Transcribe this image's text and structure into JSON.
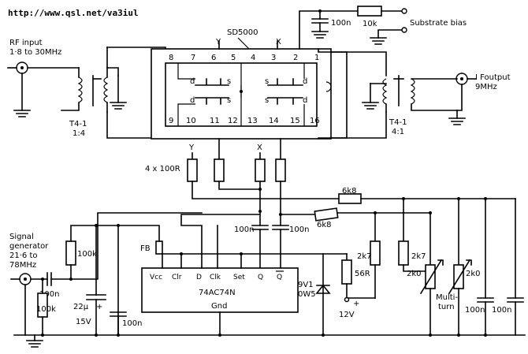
{
  "url": "http://www.qsl.net/va3iul",
  "labels": {
    "rf_input": "RF input",
    "rf_range": "1·8 to 30MHz",
    "t_left": "T4-1",
    "t_left_ratio": "1:4",
    "t_right": "T4-1",
    "t_right_ratio": "4:1",
    "if_output": "I Foutput",
    "if_freq": "9MHz",
    "sd5000": "SD5000",
    "substrate_bias": "Substrate bias",
    "c_bias": "100n",
    "r_bias": "10k",
    "res_array": "4 x 100R",
    "node_y1": "Y",
    "node_x1": "X",
    "node_y2": "Y",
    "node_x2": "X",
    "r_6k8a": "6k8",
    "r_6k8b": "6k8",
    "c_q": "100n",
    "c_qbar": "100n",
    "fb": "FB",
    "sig_gen": "Signal",
    "sig_gen2": "generator",
    "sig_range": "21·6 to",
    "sig_range2": "78MHz",
    "r_100k_top": "100k",
    "r_100k_bot": "100k",
    "c_in": "100n",
    "c_22u": "22μ",
    "c_22u_v": "15V",
    "c_100n_bot": "100n",
    "chip": "74AC74N",
    "pin_vcc": "Vcc",
    "pin_clr": "Clr",
    "pin_d": "D",
    "pin_clk": "Clk",
    "pin_set": "Set",
    "pin_q": "Q",
    "pin_qbar": "Q",
    "pin_gnd": "Gnd",
    "zener": "9V1",
    "zener2": "0W5",
    "r_56r": "56R",
    "plus": "+",
    "v12": "12V",
    "r_2k7a": "2k7",
    "r_2k7b": "2k7",
    "p_2k0a": "2k0",
    "p_2k0b": "2k0",
    "multiturn": "Multi-",
    "multiturn2": "turn",
    "c_out1": "100n",
    "c_out2": "100n",
    "p_cplus": "+",
    "pins_top": [
      "8",
      "7",
      "6",
      "5",
      "4",
      "3",
      "2",
      "1"
    ],
    "pins_bot": [
      "9",
      "10",
      "11",
      "12",
      "13",
      "14",
      "15",
      "16"
    ],
    "fet_d": [
      "d",
      "d",
      "d",
      "d"
    ],
    "fet_s": [
      "s",
      "s",
      "s",
      "s"
    ]
  }
}
